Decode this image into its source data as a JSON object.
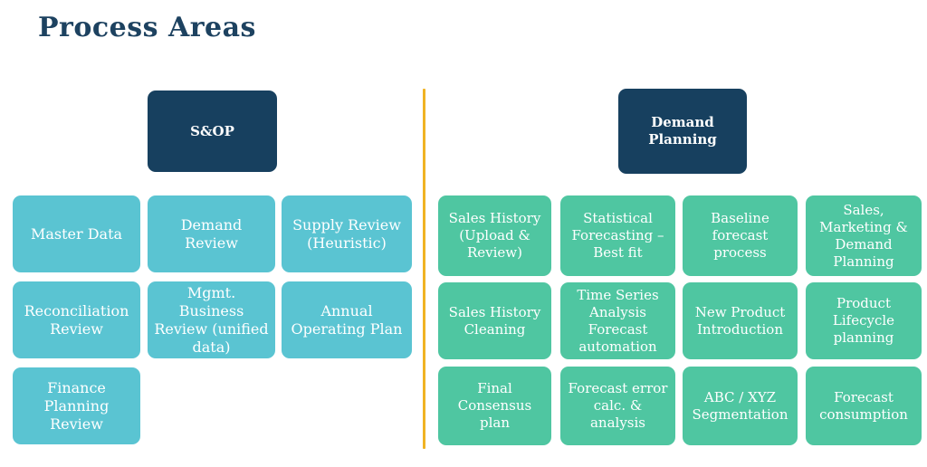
{
  "page": {
    "title": "Process Areas",
    "background_color": "#ffffff",
    "title_color": "#1d4260"
  },
  "divider": {
    "name": "vertical-divider",
    "color": "#f0b323",
    "orientation": "vertical"
  },
  "colors": {
    "header_navy": "#17405f",
    "teal": "#5ac4d2",
    "green": "#4fc6a1",
    "divider_gold": "#f0b323",
    "text_white": "#ffffff"
  },
  "left_group": {
    "header": "S&OP",
    "boxes": [
      {
        "label": "Master Data"
      },
      {
        "label": "Demand Review"
      },
      {
        "label": "Supply Review\n(Heuristic)"
      },
      {
        "label": "Reconciliation\nReview"
      },
      {
        "label": "Mgmt. Business\nReview (unified\ndata)"
      },
      {
        "label": "Annual\nOperating Plan"
      },
      {
        "label": "Finance\nPlanning\nReview"
      }
    ]
  },
  "right_group": {
    "header": "Demand\nPlanning",
    "boxes": [
      {
        "label": "Sales History\n(Upload &\nReview)"
      },
      {
        "label": "Statistical\nForecasting –\nBest fit"
      },
      {
        "label": "Baseline\nforecast\nprocess"
      },
      {
        "label": "Sales,\nMarketing &\nDemand\nPlanning"
      },
      {
        "label": "Sales History\nCleaning"
      },
      {
        "label": "Time Series\nAnalysis\nForecast\nautomation"
      },
      {
        "label": "New Product\nIntroduction"
      },
      {
        "label": "Product\nLifecycle\nplanning"
      },
      {
        "label": "Final\nConsensus\nplan"
      },
      {
        "label": "Forecast error\ncalc. &\nanalysis"
      },
      {
        "label": "ABC / XYZ\nSegmentation"
      },
      {
        "label": "Forecast\nconsumption"
      }
    ]
  }
}
